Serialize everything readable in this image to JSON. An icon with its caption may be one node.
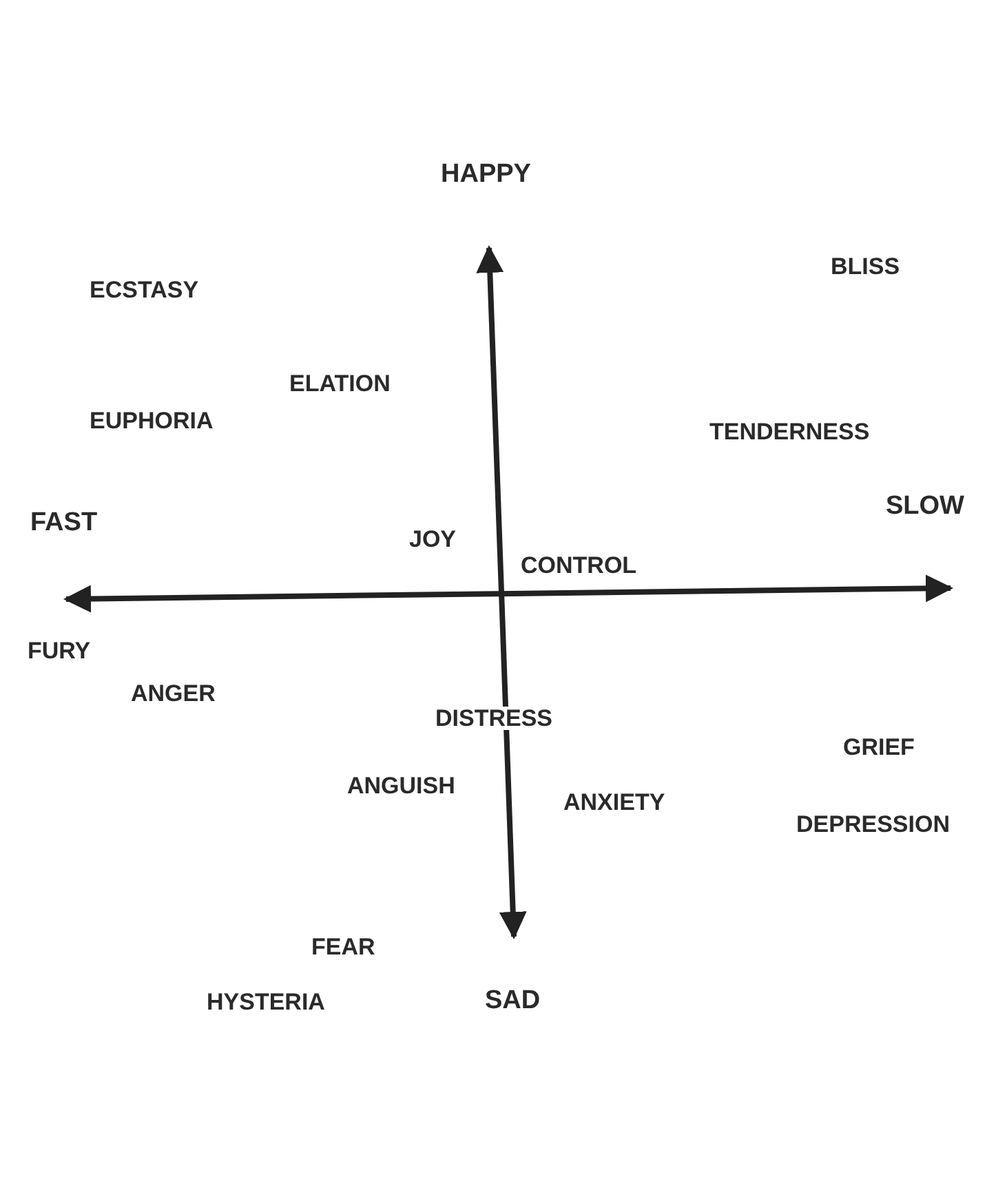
{
  "diagram": {
    "labels": [
      "HAPPY",
      "ECSTASY",
      "BLISS",
      "ELATION",
      "EUPHORIA",
      "TENDERNESS",
      "FAST",
      "SLOW",
      "JOY",
      "CONTROL",
      "FURY",
      "ANGER",
      "DISTRESS",
      "GRIEF",
      "ANGUISH",
      "ANXIETY",
      "DEPRESSION",
      "FEAR",
      "HYSTERIA",
      "SAD"
    ]
  }
}
